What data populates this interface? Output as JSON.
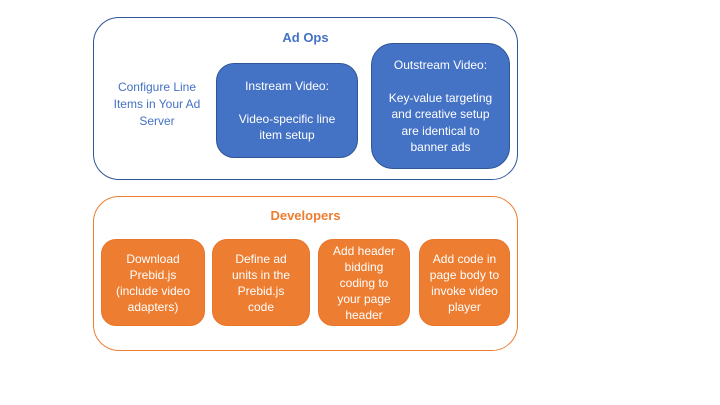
{
  "colors": {
    "blue-fill": "#4472C4",
    "blue-border": "#2F5597",
    "orange-fill": "#ED7D31",
    "orange-border": "#E8752A"
  },
  "ad_ops": {
    "title": "Ad Ops",
    "note": "Configure Line Items in Your Ad Server",
    "boxes": [
      {
        "heading": "Instream Video:",
        "body": "Video-specific line item setup"
      },
      {
        "heading": "Outstream Video:",
        "body": "Key-value targeting and creative setup are identical to banner ads"
      }
    ]
  },
  "developers": {
    "title": "Developers",
    "boxes": [
      {
        "label": "Download Prebid.js (include video adapters)"
      },
      {
        "label": "Define ad units in the Prebid.js code"
      },
      {
        "label": "Add header bidding coding to your page header"
      },
      {
        "label": "Add code in page body to invoke video player"
      }
    ]
  }
}
